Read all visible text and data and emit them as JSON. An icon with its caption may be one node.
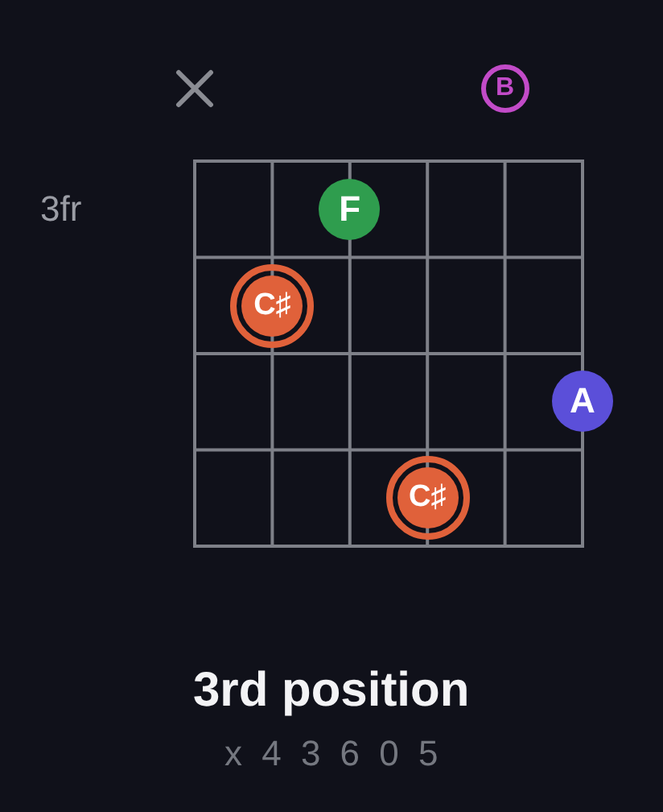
{
  "diagram": {
    "title": "3rd position",
    "caption": "x 4 3 6 0 5",
    "nodes": [
      {
        "text": [
          "B"
        ]
      },
      {
        "text": [
          "F"
        ]
      },
      {
        "text": [
          "C♯"
        ]
      },
      {
        "text": [
          "A"
        ]
      },
      {
        "text": [
          "C♯"
        ]
      }
    ],
    "labels": [
      "3fr"
    ]
  }
}
